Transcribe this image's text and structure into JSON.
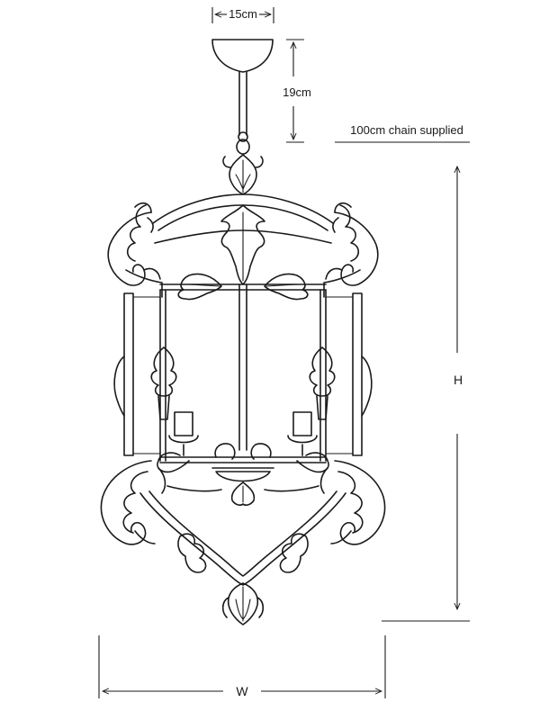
{
  "dimensions": {
    "canopy_width": "15cm",
    "canopy_height": "19cm",
    "chain_note": "100cm chain supplied",
    "height": "H",
    "width": "W"
  }
}
